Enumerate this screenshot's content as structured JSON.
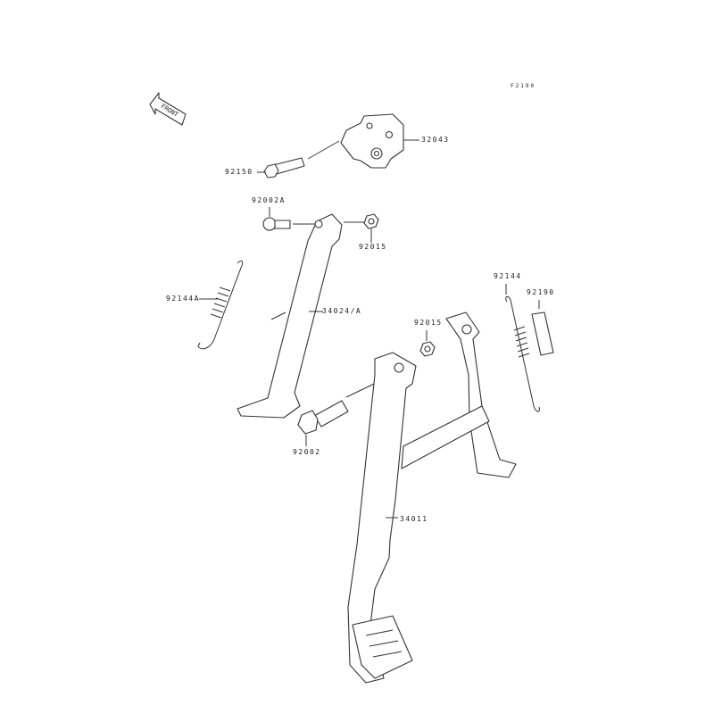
{
  "diagram": {
    "figure_code": "F2190",
    "front_indicator": "FRONT",
    "parts": [
      {
        "id": "32043",
        "name": "bracket"
      },
      {
        "id": "92150",
        "name": "bolt"
      },
      {
        "id": "92002A",
        "name": "bolt"
      },
      {
        "id": "92015",
        "name": "nut"
      },
      {
        "id": "92144A",
        "name": "spring"
      },
      {
        "id": "34024/A",
        "name": "side-stand"
      },
      {
        "id": "92015",
        "name": "nut"
      },
      {
        "id": "92144",
        "name": "spring"
      },
      {
        "id": "92190",
        "name": "tube"
      },
      {
        "id": "92002",
        "name": "bolt"
      },
      {
        "id": "34011",
        "name": "center-stand"
      }
    ]
  }
}
